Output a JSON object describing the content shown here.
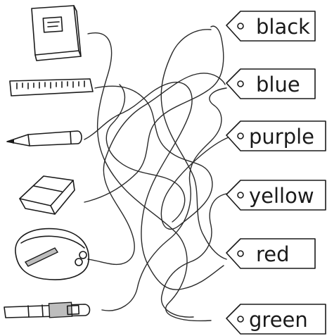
{
  "objects": [
    {
      "name": "book",
      "icon": "book-icon"
    },
    {
      "name": "ruler",
      "icon": "ruler-icon"
    },
    {
      "name": "pencil",
      "icon": "pencil-icon"
    },
    {
      "name": "eraser",
      "icon": "eraser-icon"
    },
    {
      "name": "pencil case",
      "icon": "pencil-case-icon"
    },
    {
      "name": "pen",
      "icon": "pen-icon"
    }
  ],
  "tags": [
    {
      "label": "black"
    },
    {
      "label": "blue"
    },
    {
      "label": "purple"
    },
    {
      "label": "yellow"
    },
    {
      "label": "red"
    },
    {
      "label": "green"
    }
  ]
}
